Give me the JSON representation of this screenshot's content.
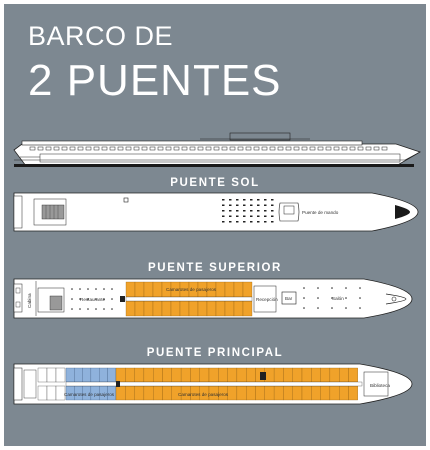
{
  "title": {
    "line1": "BARCO DE",
    "line2": "2 PUENTES"
  },
  "decks": [
    {
      "name": "PUENTE SOL",
      "labels": {
        "wheelhouse": "Puente de mando"
      }
    },
    {
      "name": "PUENTE SUPERIOR",
      "labels": {
        "crew": "Cabina",
        "restaurant": "Restaurante",
        "cabins": "Camarotes de pasajeros",
        "reception": "Recepción",
        "bar": "Bar",
        "lounge": "Salón"
      }
    },
    {
      "name": "PUENTE PRINCIPAL",
      "labels": {
        "cabins_left": "Camarotes de pasajeros",
        "cabins_right": "Camarotes de pasajeros",
        "library": "Biblioteca"
      }
    }
  ],
  "colors": {
    "background": "#7d8891",
    "cabin_orange": "#f0a22a",
    "cabin_blue": "#8fb2dc",
    "hull": "#ffffff"
  }
}
